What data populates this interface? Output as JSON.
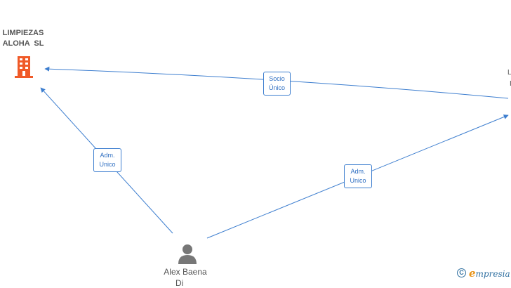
{
  "nodes": {
    "company": {
      "name": "LIMPIEZAS\nALOHA  SL",
      "icon": "building-icon"
    },
    "offscreen": {
      "line1": "L",
      "line2": "I"
    },
    "person": {
      "name": "Alex Baena",
      "name_cont": "Di",
      "icon": "person-icon"
    }
  },
  "edges": {
    "socio": {
      "label": "Socio\nÚnico"
    },
    "adm_company": {
      "label": "Adm.\nUnico"
    },
    "adm_offscreen": {
      "label": "Adm.\nUnico"
    }
  },
  "footer": {
    "copyright_symbol": "C",
    "brand_initial": "e",
    "brand_rest": "mpresia"
  },
  "colors": {
    "edge": "#3d7ecf",
    "company_icon": "#f05a28",
    "person_icon": "#777777"
  }
}
